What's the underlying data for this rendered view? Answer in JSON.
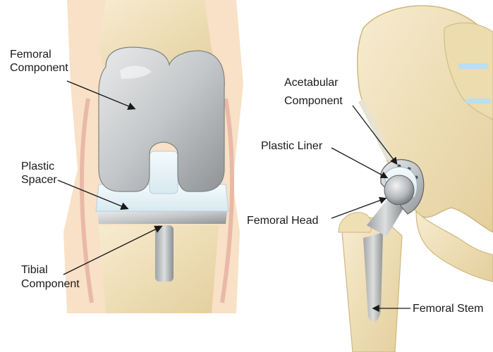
{
  "knee": {
    "labels": {
      "femoral_component_line1": "Femoral",
      "femoral_component_line2": "Component",
      "plastic_spacer_line1": "Plastic",
      "plastic_spacer_line2": "Spacer",
      "tibial_component_line1": "Tibial",
      "tibial_component_line2": "Component"
    }
  },
  "hip": {
    "labels": {
      "acetabular_component_line1": "Acetabular",
      "acetabular_component_line2": "Component",
      "plastic_liner": "Plastic Liner",
      "femoral_head": "Femoral Head",
      "femoral_stem": "Femoral Stem"
    }
  },
  "colors": {
    "bone": "#f1e3bd",
    "bone_shadow": "#d9c38f",
    "skin": "#f7dcc0",
    "metal": "#c9cbcd",
    "metal_dark": "#8f9396",
    "plastic": "#e6f2f7",
    "cartilage": "#b9dff0"
  }
}
